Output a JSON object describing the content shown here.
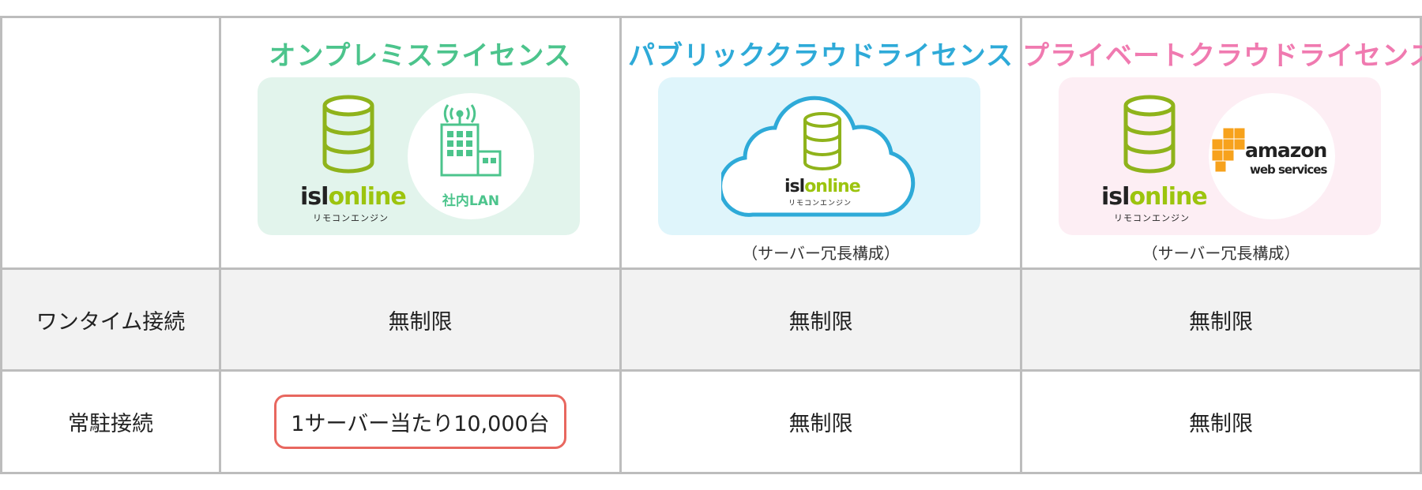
{
  "columns": [
    {
      "title": "オンプレミスライセンス",
      "color": "#4cc48c",
      "panel_color": "#e2f4ec",
      "note": "",
      "badge": "社内LAN"
    },
    {
      "title": "パブリッククラウドライセンス",
      "color": "#2eaad8",
      "panel_color": "#dff5fb",
      "note": "（サーバー冗長構成）"
    },
    {
      "title": "プライベートクラウドライセンス",
      "color": "#f07ab0",
      "panel_color": "#fdeef4",
      "note": "（サーバー冗長構成）",
      "aws": {
        "line1": "amazon",
        "line2": "web services"
      }
    }
  ],
  "logo": {
    "isl": "isl",
    "online": "online",
    "sub": "リモコンエンジン"
  },
  "rows": [
    {
      "label": "ワンタイム接続",
      "values": [
        "無制限",
        "無制限",
        "無制限"
      ]
    },
    {
      "label": "常駐接続",
      "values": [
        "1サーバー当たり10,000台",
        "無制限",
        "無制限"
      ]
    }
  ]
}
